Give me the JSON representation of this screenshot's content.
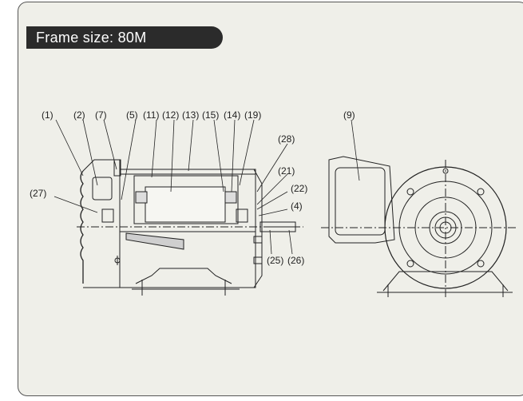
{
  "title": "Frame size: 80M",
  "labels": {
    "l1": "(1)",
    "l2": "(2)",
    "l7": "(7)",
    "l5": "(5)",
    "l11": "(11)",
    "l12": "(12)",
    "l13": "(13)",
    "l15": "(15)",
    "l14": "(14)",
    "l19": "(19)",
    "l28": "(28)",
    "l21": "(21)",
    "l22": "(22)",
    "l4": "(4)",
    "l25": "(25)",
    "l26": "(26)",
    "l27": "(27)",
    "l9": "(9)"
  }
}
